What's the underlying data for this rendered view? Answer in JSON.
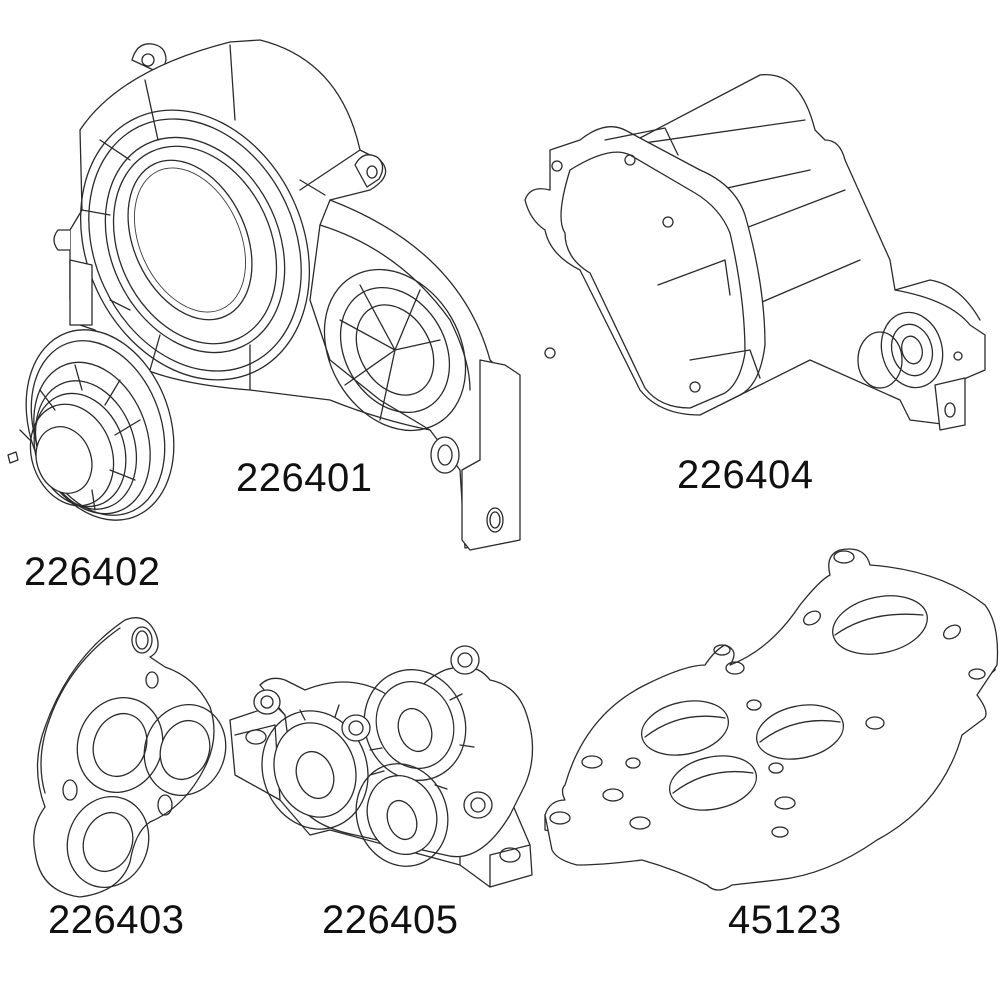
{
  "diagram": {
    "type": "exploded parts catalog",
    "background": "#ffffff",
    "line_color": "#2b2b2b",
    "parts": [
      {
        "id": "226401",
        "label": "226401",
        "description": "gear cover / main gearbox housing with motor mount plate"
      },
      {
        "id": "226402",
        "label": "226402",
        "description": "round spur gear cover cap"
      },
      {
        "id": "226403",
        "label": "226403",
        "description": "gear plate with three bearing bosses"
      },
      {
        "id": "226404",
        "label": "226404",
        "description": "transmission case housing with gasket flange"
      },
      {
        "id": "226405",
        "label": "226405",
        "description": "transmission gearbox mid-housing with four bearing seats"
      },
      {
        "id": "45123",
        "label": "45123",
        "description": "flat motor / gear mounting plate with holes"
      }
    ]
  }
}
